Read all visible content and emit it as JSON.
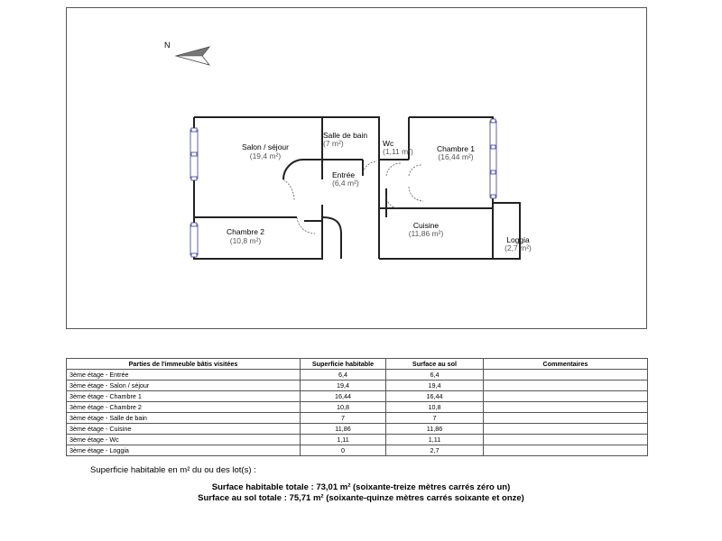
{
  "plan": {
    "north_label": "N",
    "rooms": [
      {
        "id": "salon",
        "name": "Salon / séjour",
        "area": "(19,4 m²)"
      },
      {
        "id": "salle-de-bain",
        "name": "Salle de bain",
        "area": "(7 m²)"
      },
      {
        "id": "wc",
        "name": "Wc",
        "area": "(1,11 m²)"
      },
      {
        "id": "chambre-1",
        "name": "Chambre 1",
        "area": "(16,44 m²)"
      },
      {
        "id": "entree",
        "name": "Entrée",
        "area": "(6,4 m²)"
      },
      {
        "id": "chambre-2",
        "name": "Chambre 2",
        "area": "(10,8 m²)"
      },
      {
        "id": "cuisine",
        "name": "Cuisine",
        "area": "(11,86 m²)"
      },
      {
        "id": "loggia",
        "name": "Loggia",
        "area": "(2,7 m²)"
      }
    ]
  },
  "table": {
    "headers": [
      "Parties de l'immeuble bâtis visitées",
      "Superficie habitable",
      "Surface au sol",
      "Commentaires"
    ],
    "rows": [
      [
        "3ème étage - Entrée",
        "6,4",
        "6,4",
        ""
      ],
      [
        "3ème étage - Salon / séjour",
        "19,4",
        "19,4",
        ""
      ],
      [
        "3ème étage - Chambre 1",
        "16,44",
        "16,44",
        ""
      ],
      [
        "3ème étage - Chambre 2",
        "10,8",
        "10,8",
        ""
      ],
      [
        "3ème étage - Salle de bain",
        "7",
        "7",
        ""
      ],
      [
        "3ème étage - Cuisine",
        "11,86",
        "11,86",
        ""
      ],
      [
        "3ème étage - Wc",
        "1,11",
        "1,11",
        ""
      ],
      [
        "3ème étage - Loggia",
        "0",
        "2,7",
        ""
      ]
    ]
  },
  "summary": {
    "intro": "Superficie habitable en m² du ou des lot(s) :",
    "habitable_total": "Surface habitable totale : 73,01 m² (soixante-treize mètres carrés zéro un)",
    "sol_total": "Surface au sol totale : 75,71 m² (soixante-quinze mètres carrés soixante et onze)"
  }
}
